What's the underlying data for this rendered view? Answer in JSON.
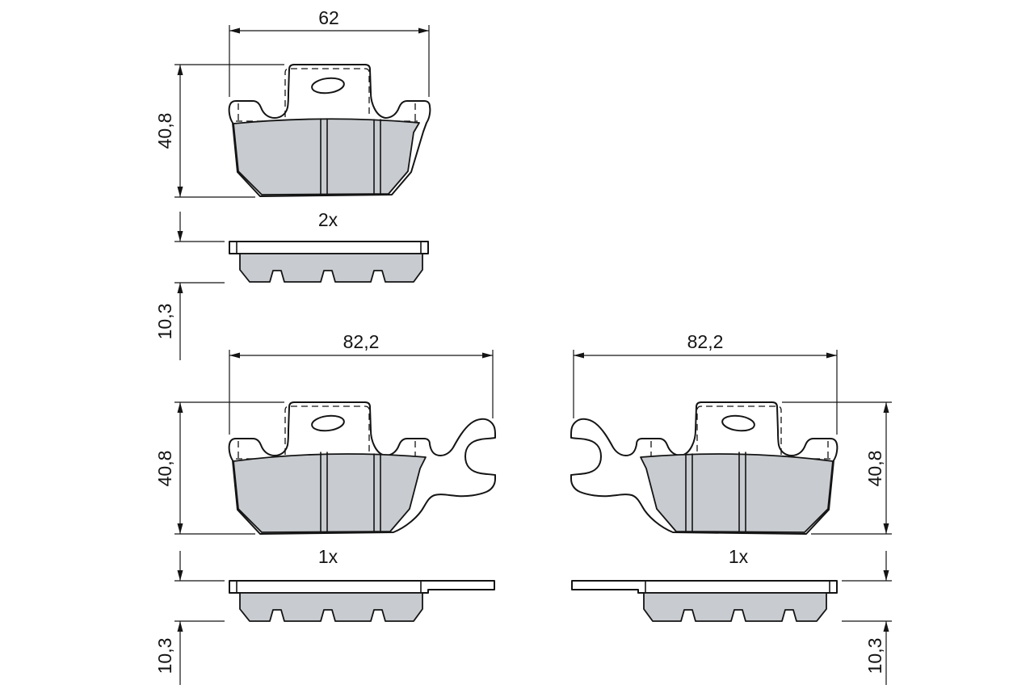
{
  "colors": {
    "background": "#ffffff",
    "pad_fill": "#c8ccd0",
    "line": "#141414"
  },
  "views": {
    "top": {
      "quantity": "2x",
      "width": "62",
      "height": "40,8",
      "thickness": "10,3"
    },
    "bottom_left": {
      "quantity": "1x",
      "width": "82,2",
      "height": "40,8",
      "thickness": "10,3"
    },
    "bottom_right": {
      "quantity": "1x",
      "width": "82,2",
      "height": "40,8",
      "thickness": "10,3"
    }
  }
}
